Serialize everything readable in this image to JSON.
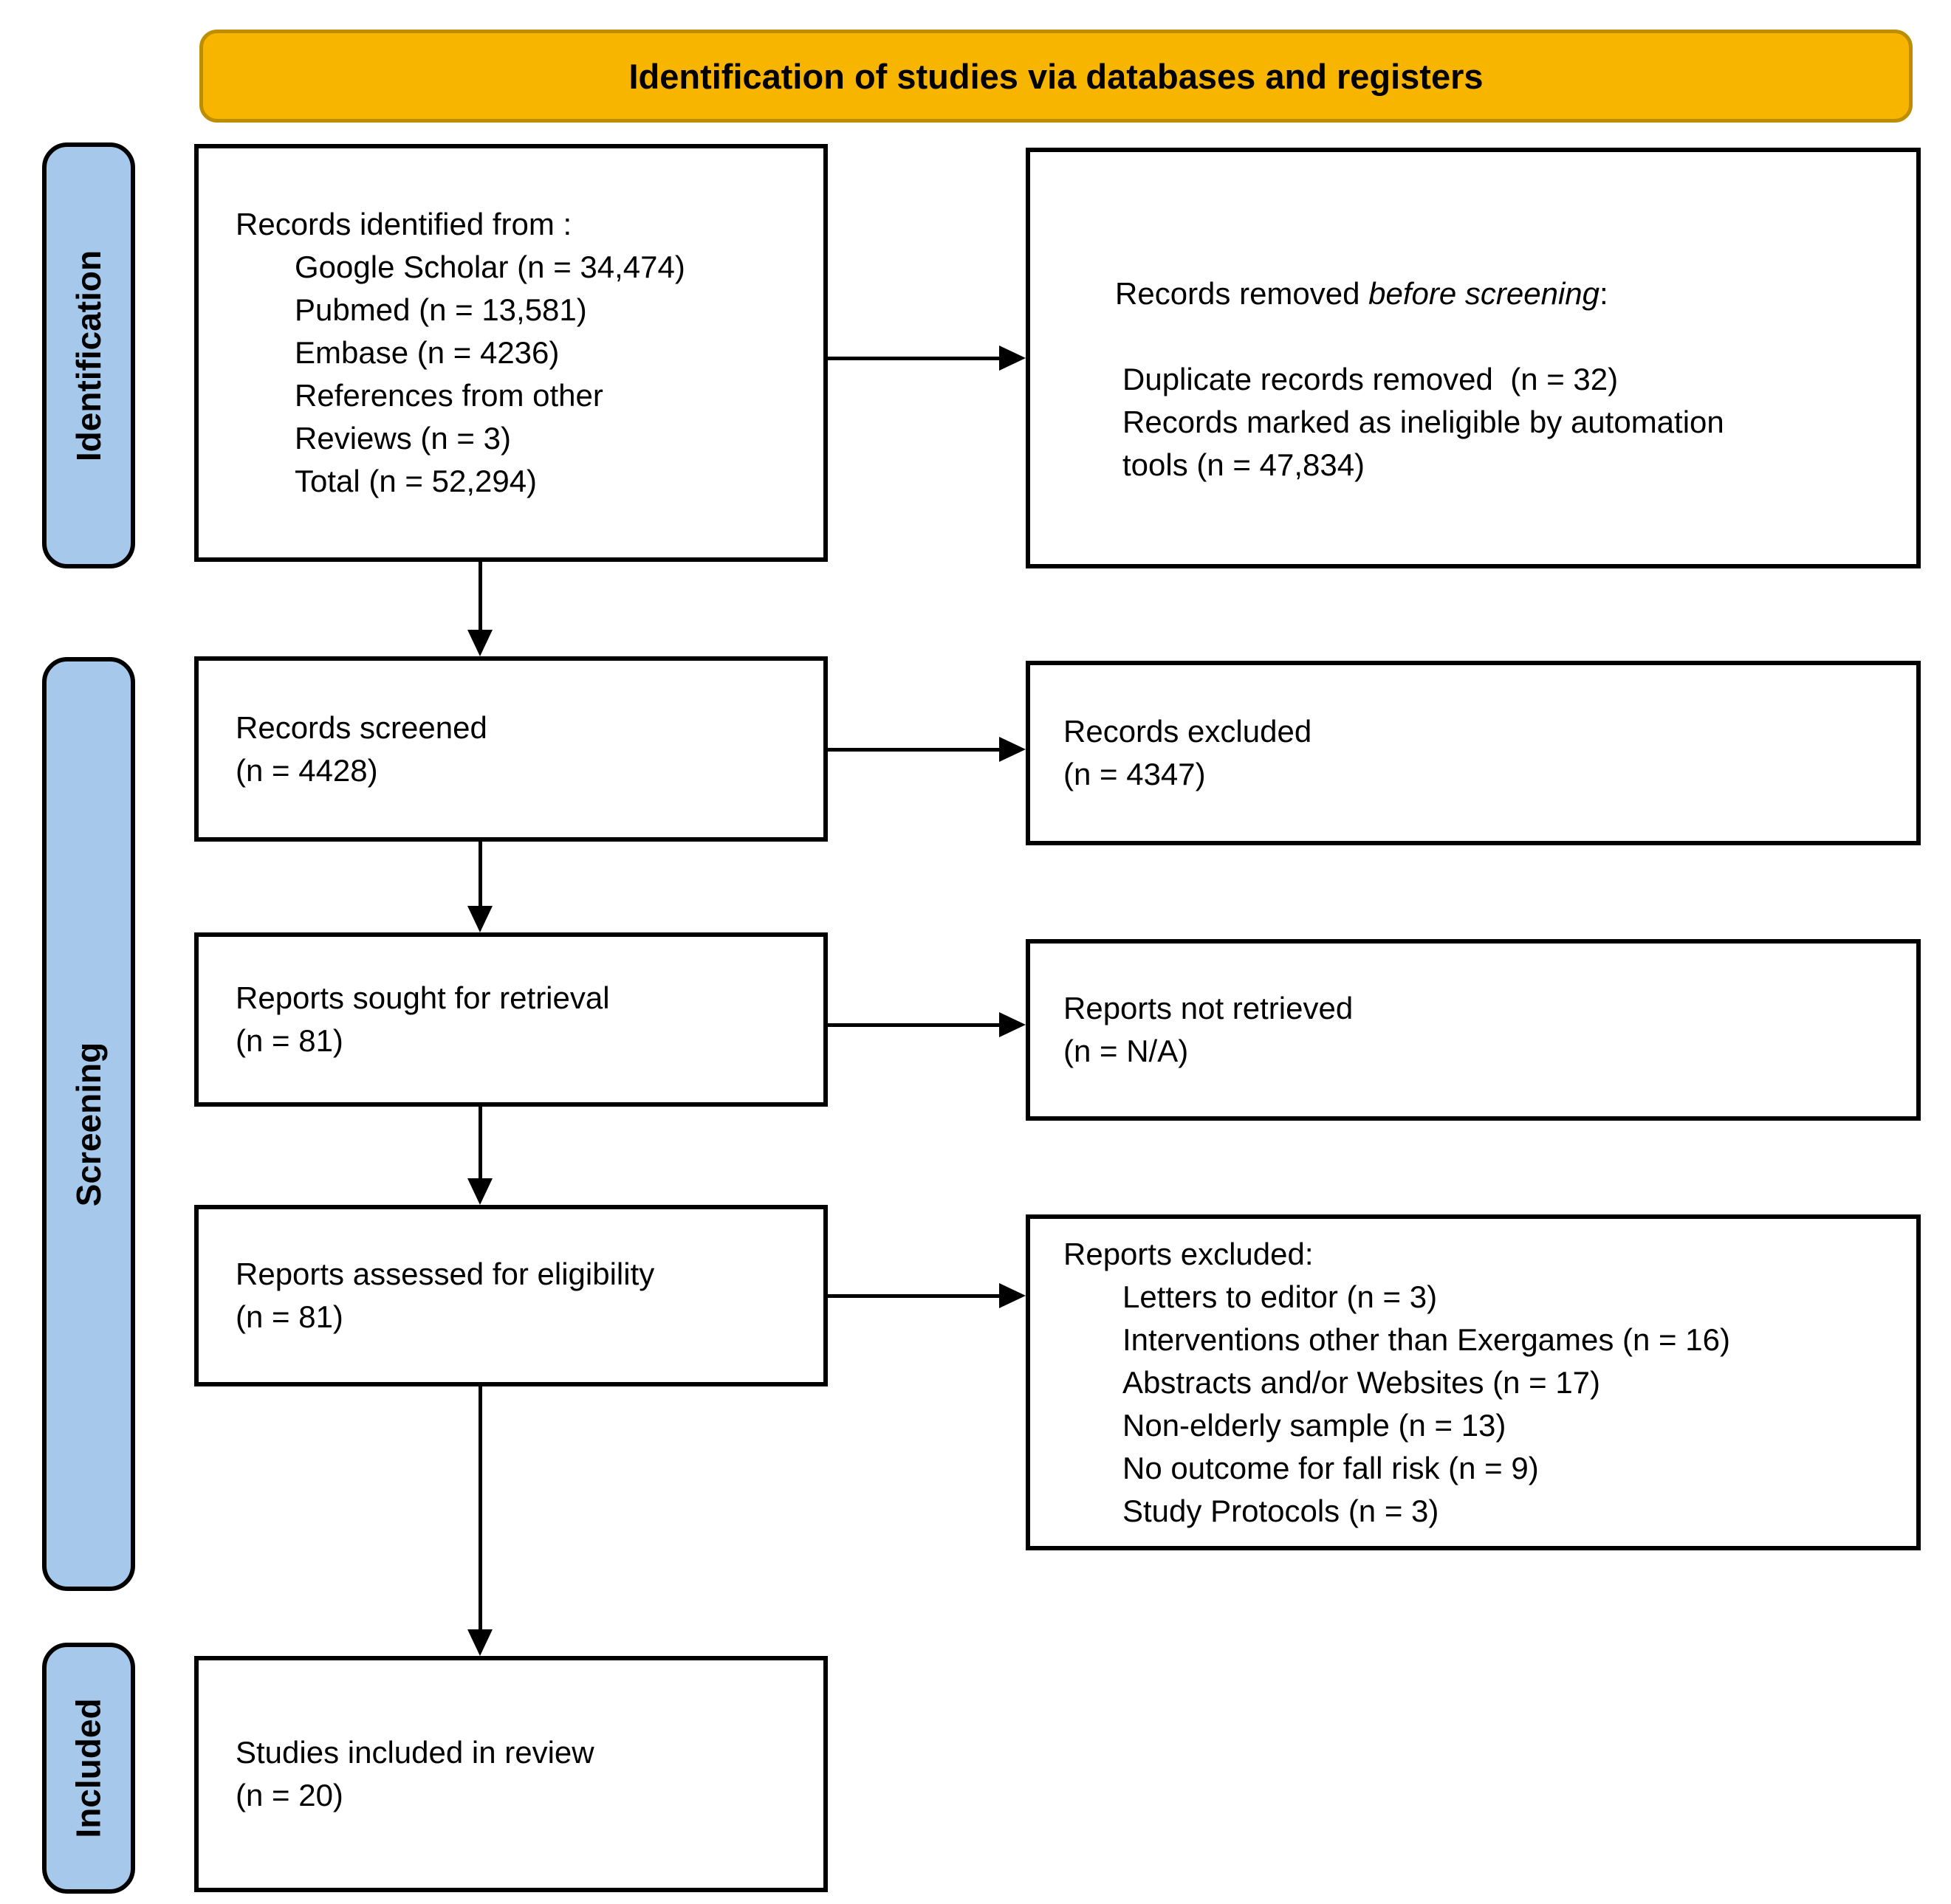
{
  "banner": {
    "title": "Identification of studies via databases and registers"
  },
  "stages": [
    "Identification",
    "Screening",
    "Included"
  ],
  "boxes": {
    "identified": {
      "lines": [
        "Records identified from :",
        "Google Scholar (n = 34,474)",
        "Pubmed (n = 13,581)",
        "Embase (n = 4236)",
        "References from other",
        "Reviews (n = 3)",
        "Total (n = 52,294)"
      ]
    },
    "removed": {
      "line1": {
        "prefix": "Records removed ",
        "italic": "before screening",
        "suffix": ":"
      },
      "items": [
        "Duplicate records removed  (n = 32)",
        "Records marked as ineligible by automation",
        "tools (n = 47,834)"
      ]
    },
    "screened": {
      "lines": [
        "Records screened",
        "(n = 4428)"
      ]
    },
    "excluded": {
      "lines": [
        "Records excluded",
        "(n = 4347)"
      ]
    },
    "sought": {
      "lines": [
        "Reports sought for retrieval",
        "(n = 81)"
      ]
    },
    "not_retrieved": {
      "lines": [
        "Reports not retrieved",
        "(n = N/A)"
      ]
    },
    "assessed": {
      "lines": [
        "Reports assessed for eligibility",
        "(n = 81)"
      ]
    },
    "reports_excluded": {
      "title": "Reports excluded:",
      "items": [
        "Letters to editor (n = 3)",
        "Interventions other than Exergames (n = 16)",
        "Abstracts and/or Websites (n = 17)",
        "Non-elderly sample (n = 13)",
        "No outcome for fall risk (n = 9)",
        "Study Protocols (n = 3)"
      ]
    },
    "included": {
      "lines": [
        "Studies included in review",
        "(n = 20)"
      ]
    }
  },
  "colors": {
    "banner_fill": "#F7B500",
    "banner_border": "#BD8E00",
    "stage_fill": "#A6C8EA",
    "stage_border": "#000000",
    "box_background": "#FFFFFF",
    "box_border": "#000000",
    "arrow": "#000000",
    "text": "#000000",
    "page_background": "#FFFFFF"
  }
}
